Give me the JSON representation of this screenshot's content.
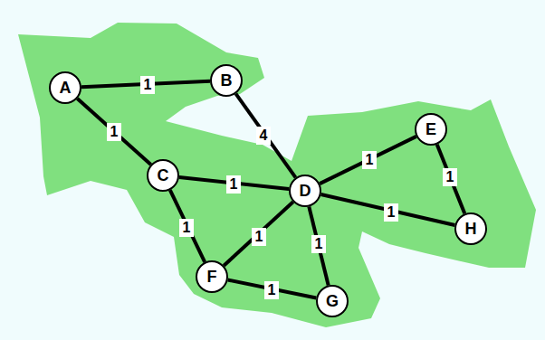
{
  "diagram": {
    "nodes": [
      {
        "text": [
          "A"
        ]
      },
      {
        "text": [
          "B"
        ]
      },
      {
        "text": [
          "C"
        ]
      },
      {
        "text": [
          "D"
        ]
      },
      {
        "text": [
          "E"
        ]
      },
      {
        "text": [
          "F"
        ]
      },
      {
        "text": [
          "G"
        ]
      },
      {
        "text": [
          "H"
        ]
      }
    ],
    "edges": [
      {
        "from": 0,
        "to": 1,
        "arrow": "none",
        "label": "1"
      },
      {
        "from": 0,
        "to": 2,
        "arrow": "none",
        "label": "1"
      },
      {
        "from": 1,
        "to": 3,
        "arrow": "none",
        "label": "4"
      },
      {
        "from": 2,
        "to": 3,
        "arrow": "none",
        "label": "1"
      },
      {
        "from": 2,
        "to": 5,
        "arrow": "none",
        "label": "1"
      },
      {
        "from": 3,
        "to": 4,
        "arrow": "none",
        "label": "1"
      },
      {
        "from": 3,
        "to": 7,
        "arrow": "none",
        "label": "1"
      },
      {
        "from": 3,
        "to": 5,
        "arrow": "none",
        "label": "1"
      },
      {
        "from": 3,
        "to": 6,
        "arrow": "none",
        "label": "1"
      },
      {
        "from": 4,
        "to": 7,
        "arrow": "none",
        "label": "1"
      },
      {
        "from": 5,
        "to": 6,
        "arrow": "none",
        "label": "1"
      }
    ]
  }
}
